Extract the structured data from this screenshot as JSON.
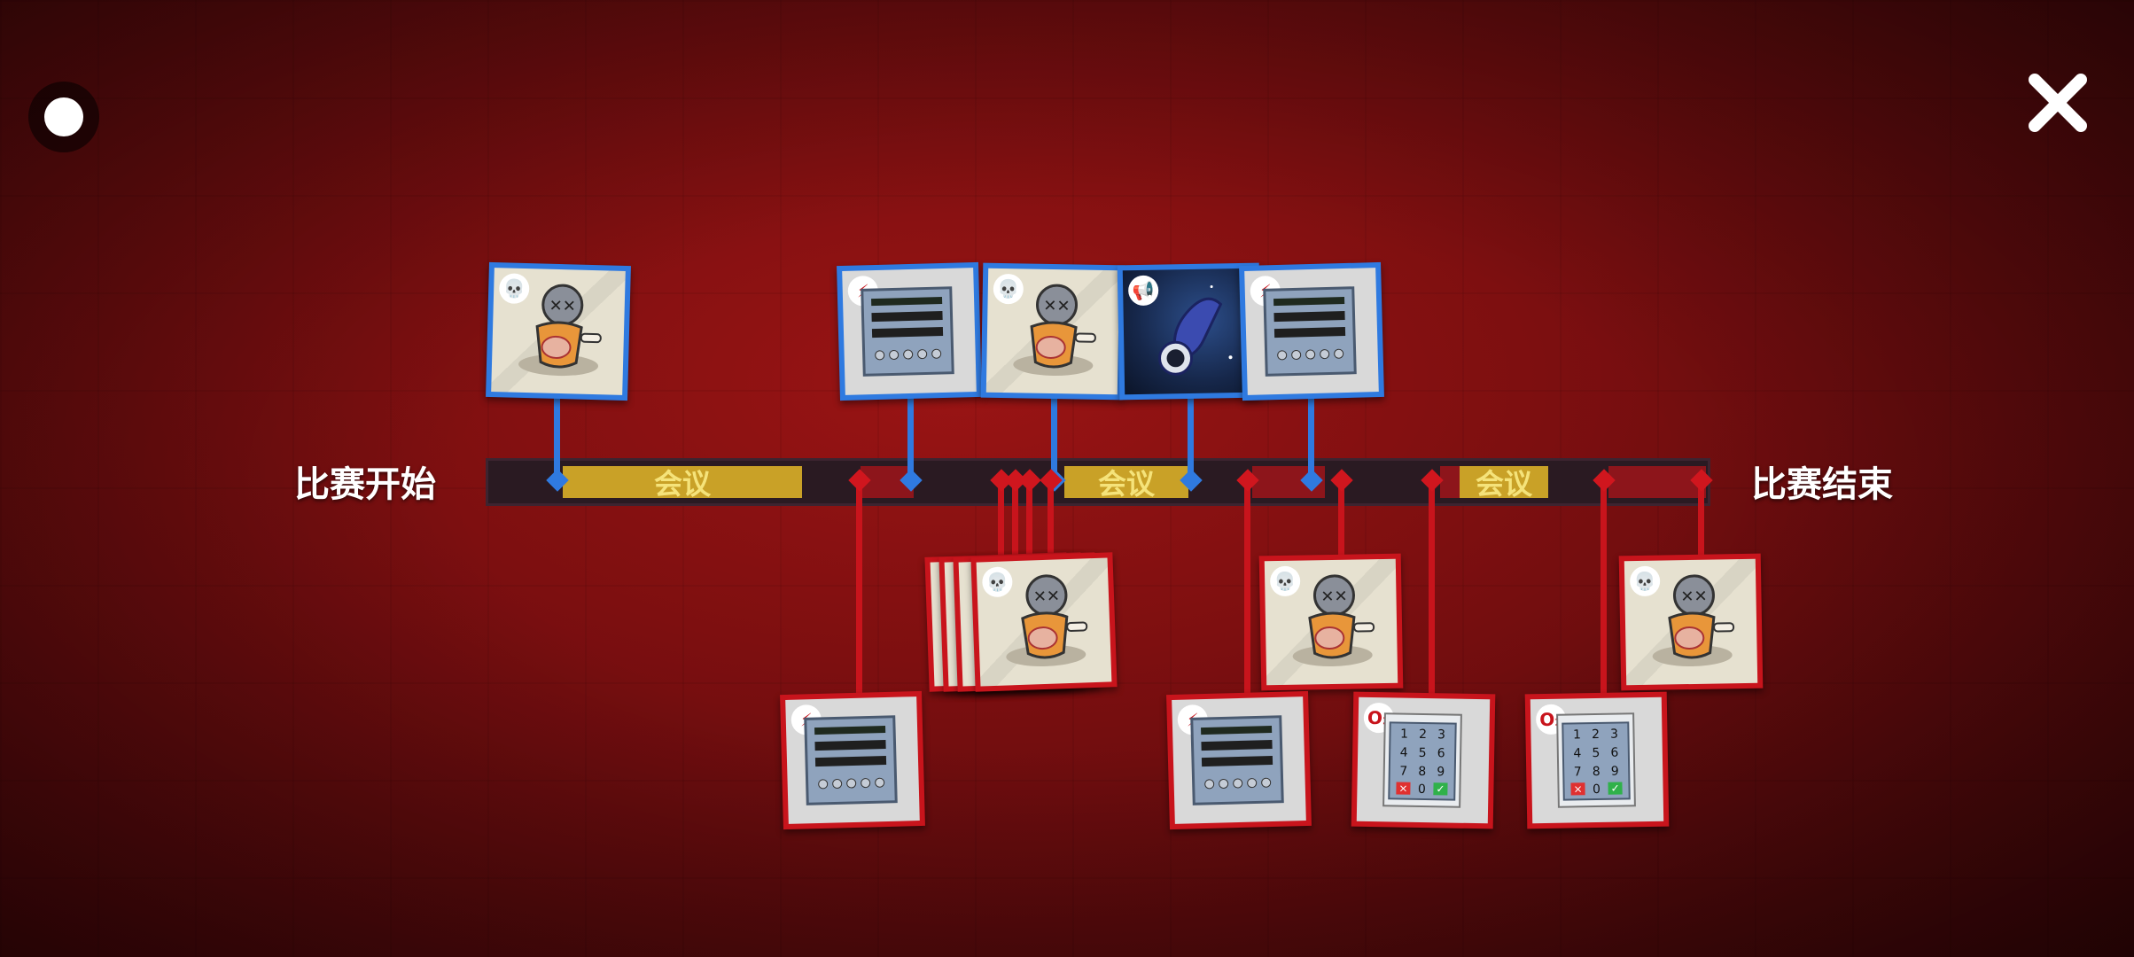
{
  "timeline": {
    "start_label": "比赛开始",
    "end_label": "比赛结束",
    "meeting_label": "会议"
  },
  "icons": {
    "record": "record-dot-icon",
    "close": "close-icon",
    "report": "skull-report-icon",
    "sabotage_lights": "lightning-sabotage-icon",
    "sabotage_oxygen": "oxygen-sabotage-icon",
    "emergency": "megaphone-emergency-icon"
  },
  "badge_text": {
    "oxygen": "O₂"
  },
  "keypad": [
    "1",
    "2",
    "3",
    "4",
    "5",
    "6",
    "7",
    "8",
    "9",
    "×",
    "0",
    "✓"
  ],
  "colors": {
    "crew_event": "#2f7ae0",
    "impostor_event": "#c8141c",
    "meeting": "#c9a127",
    "meeting_text": "#f5e37a"
  }
}
